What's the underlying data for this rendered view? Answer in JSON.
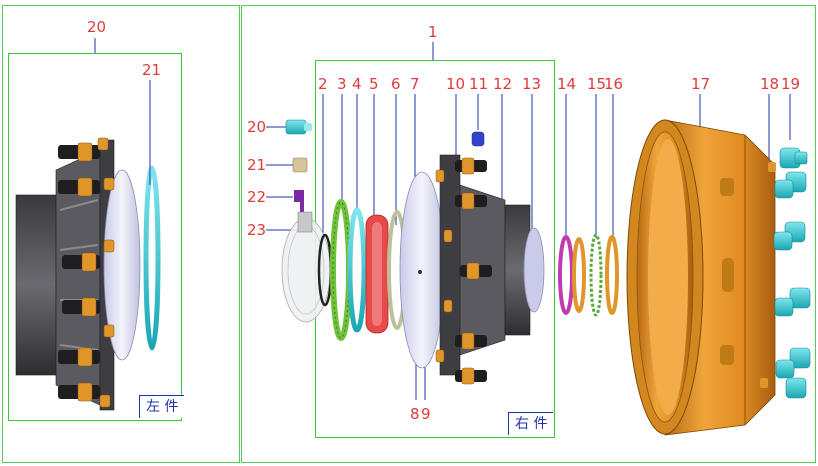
{
  "callouts": {
    "n1": "1",
    "n2": "2",
    "n3": "3",
    "n4": "4",
    "n5": "5",
    "n6": "6",
    "n7": "7",
    "n8": "8",
    "n9": "9",
    "n10": "10",
    "n11": "11",
    "n12": "12",
    "n13": "13",
    "n14": "14",
    "n15": "15",
    "n16": "16",
    "n17": "17",
    "n18": "18",
    "n19": "19",
    "n20": "20",
    "n20b": "20",
    "n21": "21",
    "n21b": "21",
    "n22": "22",
    "n23": "23"
  },
  "tags": {
    "left_part": "左 件",
    "right_part": "右 件"
  },
  "colors": {
    "frame": "#33cc33",
    "leader": "#2233aa",
    "callout": "#e03a3a",
    "orange": "#e0962a",
    "cyan": "#3ccbd6",
    "hub_dark": "#4a4a4e"
  }
}
